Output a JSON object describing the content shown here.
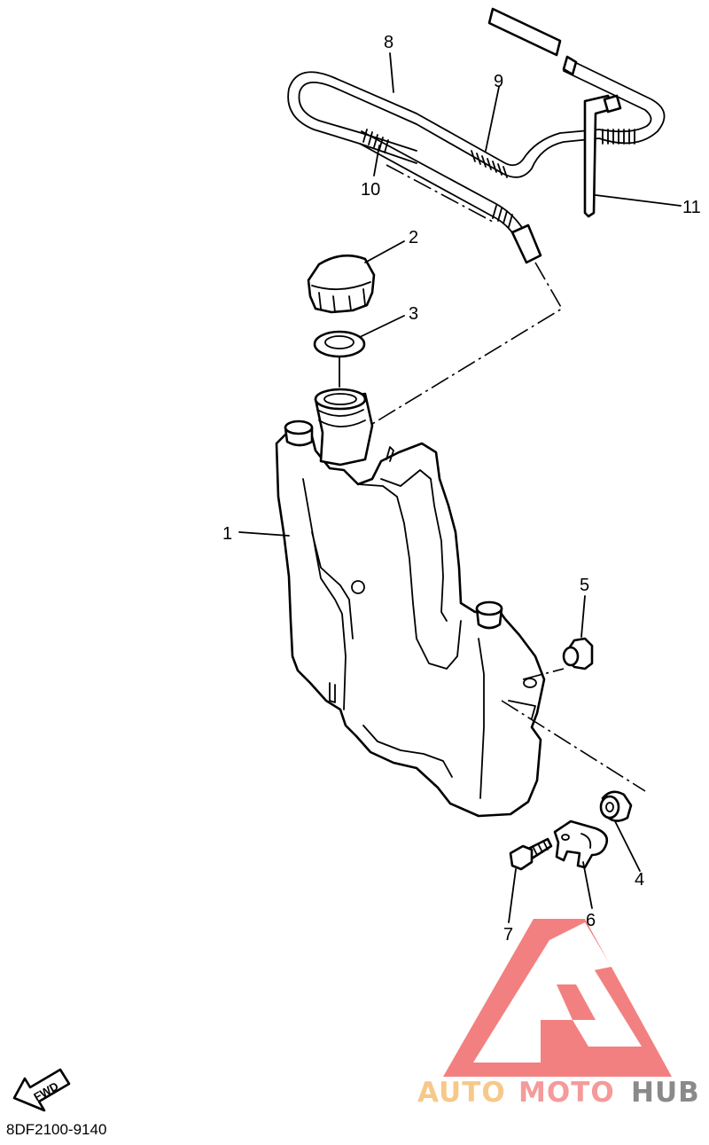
{
  "drawing_code": "8DF2100-9140",
  "direction_marker": "FWD",
  "callouts": {
    "p1": "1",
    "p2": "2",
    "p3": "3",
    "p4": "4",
    "p5": "5",
    "p6": "6",
    "p7": "7",
    "p8": "8",
    "p9": "9",
    "p10": "10",
    "p11": "11"
  },
  "watermark": {
    "word_part1": "AUTO",
    "word_part2": "MOTO",
    "word_part3": "HUB",
    "color_part1": "#f6c98a",
    "color_part2": "#f59a9a",
    "color_part3": "#8a8a8a",
    "logo_color": "#f26b6b"
  },
  "line_color": "#000000",
  "background": "#ffffff"
}
